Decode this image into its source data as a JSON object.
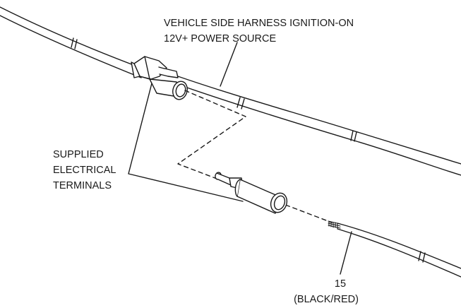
{
  "callouts": {
    "harness": {
      "line1": "VEHICLE SIDE HARNESS IGNITION-ON",
      "line2": "12V+ POWER SOURCE"
    },
    "terminals": {
      "line1": "SUPPLIED",
      "line2": "ELECTRICAL",
      "line3": "TERMINALS"
    },
    "wire": {
      "number": "15",
      "color": "(BLACK/RED)"
    }
  },
  "colors": {
    "ink": "#1a1a1a",
    "background": "#ffffff"
  }
}
